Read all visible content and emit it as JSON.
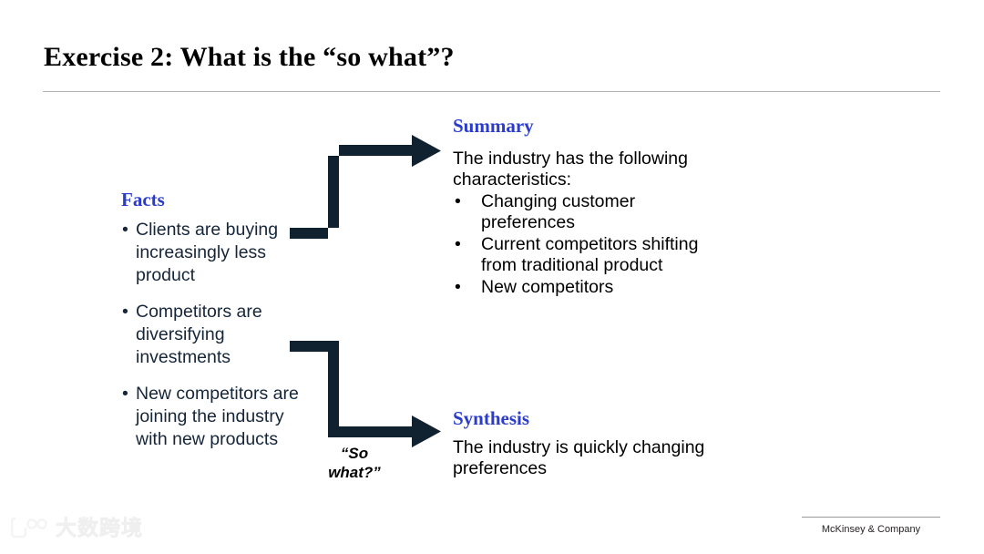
{
  "slide": {
    "title": "Exercise 2: What is the “so what”?",
    "background_color": "#ffffff",
    "accent_blue": "#2b3ccc",
    "arrow_color": "#102130",
    "facts_text_color": "#16263a",
    "rule_color": "#b4b4b4"
  },
  "facts": {
    "heading": "Facts",
    "bullet_glyph": "•",
    "items": [
      "Clients are buying increasingly less product",
      "Competitors are diversifying investments",
      "New competitors are joining the industry with new products"
    ]
  },
  "summary": {
    "heading": "Summary",
    "lead": "The industry has the following characteristics:",
    "bullet_glyph": "•",
    "items": [
      "Changing customer preferences",
      "Current competitors shifting from traditional product",
      "New competitors"
    ]
  },
  "synthesis": {
    "heading": "Synthesis",
    "body": "The industry is quickly changing preferences"
  },
  "connector": {
    "caption_line1": "“So",
    "caption_line2": "what?”",
    "upper_arrow_name": "facts-to-summary-arrow",
    "lower_arrow_name": "facts-to-synthesis-arrow"
  },
  "footer": {
    "brand": "McKinsey & Company"
  },
  "watermark": {
    "text": "大数跨境"
  }
}
